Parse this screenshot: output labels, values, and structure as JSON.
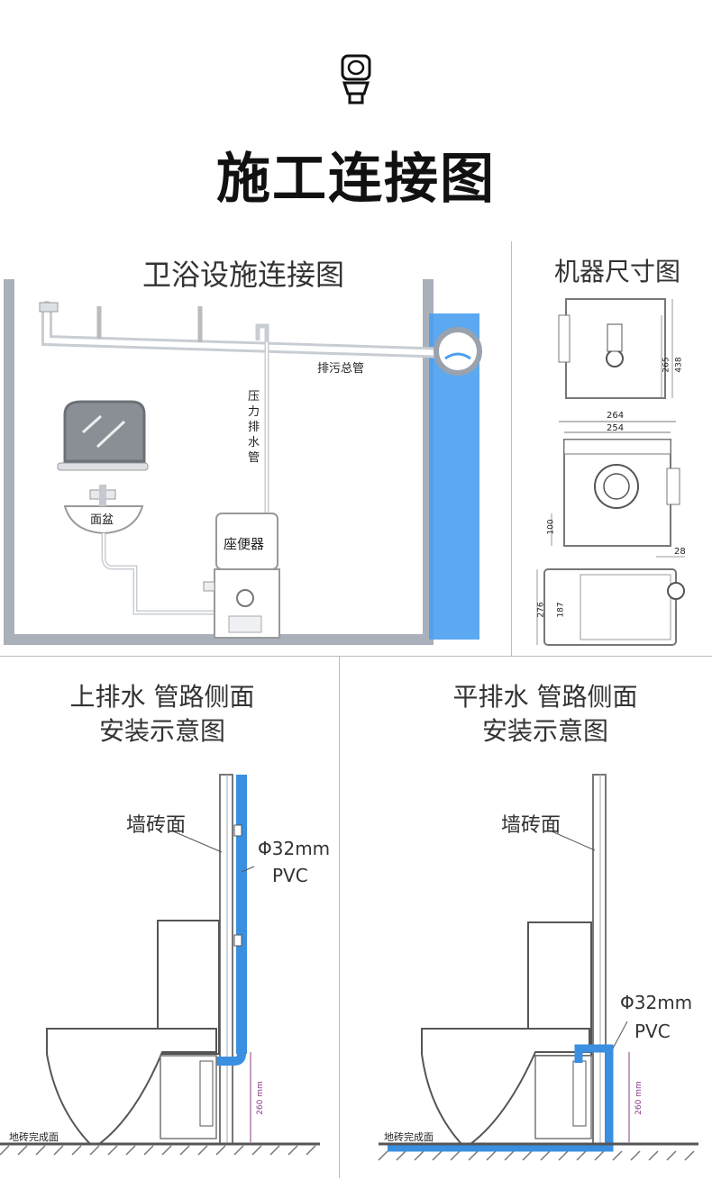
{
  "header": {
    "icon": "toilet-icon",
    "title": "施工连接图"
  },
  "bathroom": {
    "title": "卫浴设施连接图",
    "sewer_main_label": "排污总管",
    "pressure_pipe_label": "压力排水管",
    "basin_label": "面盆",
    "toilet_label": "座便器"
  },
  "machine": {
    "title": "机器尺寸图",
    "dims": {
      "width_outer": "264",
      "width_inner": "254",
      "height_a": "438",
      "height_b": "265",
      "height_low": "100",
      "outlet_offset": "28",
      "depth_a": "187",
      "depth_b": "276"
    }
  },
  "top_drain": {
    "title_line1": "上排水 管路侧面",
    "title_line2": "安装示意图",
    "wall_label": "墙砖面",
    "pipe_spec_1": "Φ32mm",
    "pipe_spec_2": "PVC",
    "height_label": "260 mm",
    "floor_label": "地砖完成面"
  },
  "flat_drain": {
    "title_line1": "平排水 管路侧面",
    "title_line2": "安装示意图",
    "wall_label": "墙砖面",
    "pipe_spec_1": "Φ32mm",
    "pipe_spec_2": "PVC",
    "height_label": "260 mm",
    "floor_label": "地砖完成面"
  },
  "colors": {
    "pipe_blue": "#3a8fe0",
    "wall_blue": "#4a9ff0",
    "line_gray": "#9aa2ad",
    "text_dark": "#222222"
  }
}
